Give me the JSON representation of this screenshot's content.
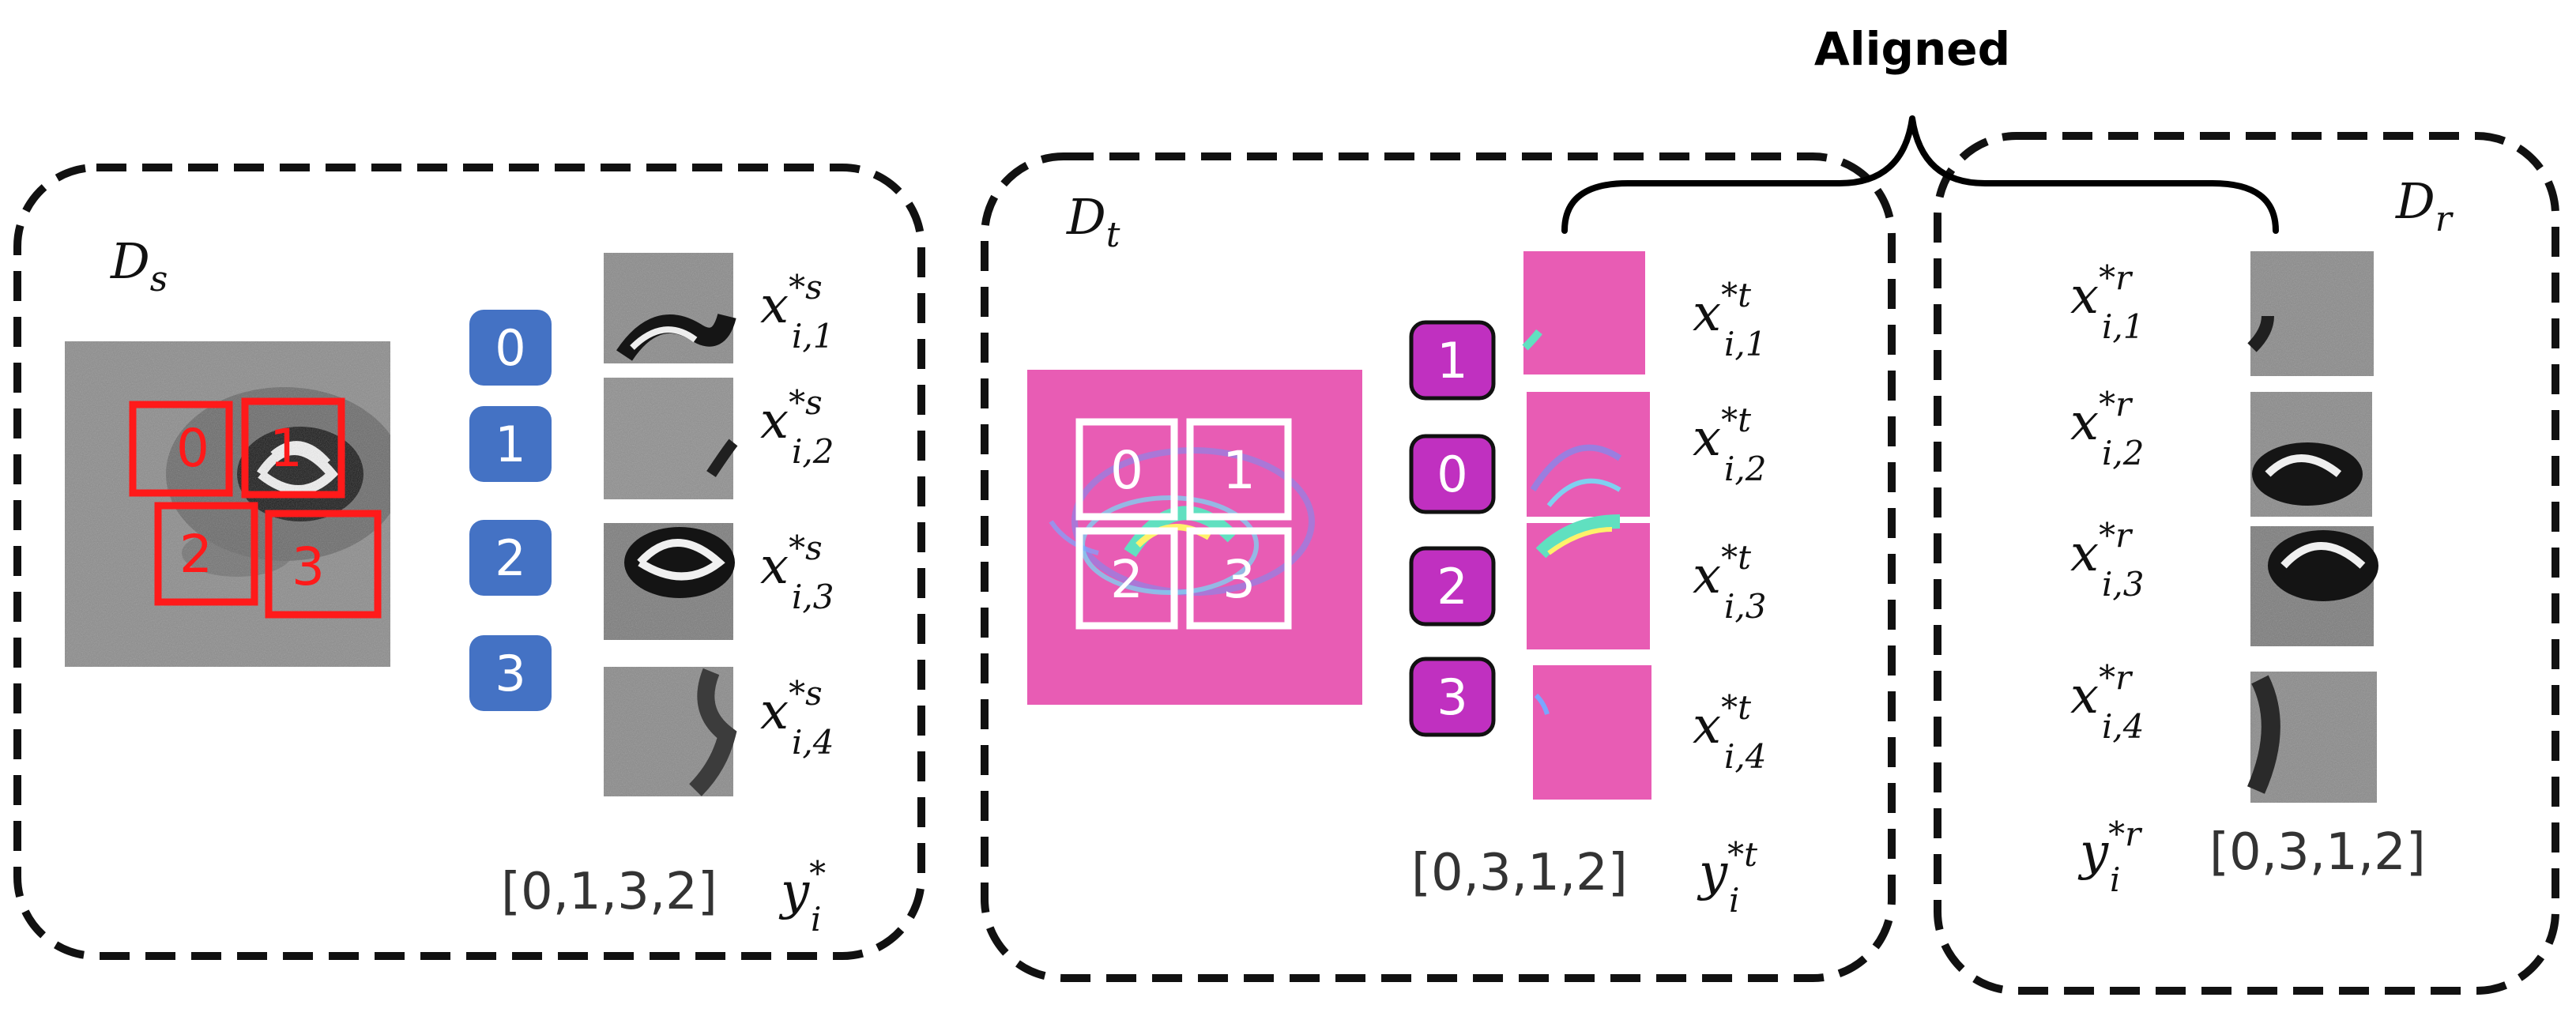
{
  "aligned_label": "Aligned",
  "domain_source": {
    "name": "D",
    "sub": "s",
    "patch_labels": [
      "0",
      "1",
      "2",
      "3"
    ],
    "order_badges": [
      "0",
      "1",
      "2",
      "3"
    ],
    "patches": [
      {
        "base": "x",
        "sup": "*s",
        "sub": "i,1"
      },
      {
        "base": "x",
        "sup": "*s",
        "sub": "i,2"
      },
      {
        "base": "x",
        "sup": "*s",
        "sub": "i,3"
      },
      {
        "base": "x",
        "sup": "*s",
        "sub": "i,4"
      }
    ],
    "permutation": "[0,1,3,2]",
    "label": {
      "base": "y",
      "sup": "*",
      "sub": "i"
    }
  },
  "domain_target": {
    "name": "D",
    "sub": "t",
    "patch_labels": [
      "0",
      "1",
      "2",
      "3"
    ],
    "order_badges": [
      "1",
      "0",
      "2",
      "3"
    ],
    "patches": [
      {
        "base": "x",
        "sup": "*t",
        "sub": "i,1"
      },
      {
        "base": "x",
        "sup": "*t",
        "sub": "i,2"
      },
      {
        "base": "x",
        "sup": "*t",
        "sub": "i,3"
      },
      {
        "base": "x",
        "sup": "*t",
        "sub": "i,4"
      }
    ],
    "permutation": "[0,3,1,2]",
    "label": {
      "base": "y",
      "sup": "*t",
      "sub": "i"
    }
  },
  "domain_reference": {
    "name": "D",
    "sub": "r",
    "patches": [
      {
        "base": "x",
        "sup": "*r",
        "sub": "i,1"
      },
      {
        "base": "x",
        "sup": "*r",
        "sub": "i,2"
      },
      {
        "base": "x",
        "sup": "*r",
        "sub": "i,3"
      },
      {
        "base": "x",
        "sup": "*r",
        "sub": "i,4"
      }
    ],
    "permutation": "[0,3,1,2]",
    "label": {
      "base": "y",
      "sup": "*r",
      "sub": "i"
    }
  },
  "colors": {
    "source_badge": "#4472c4",
    "target_badge": "#c030c0",
    "target_image": "#e85cb4",
    "grid_source": "#ff1a1a",
    "grid_target": "#ffffff",
    "gray_image": "#8c8c8c",
    "box_stroke": "#111111"
  }
}
